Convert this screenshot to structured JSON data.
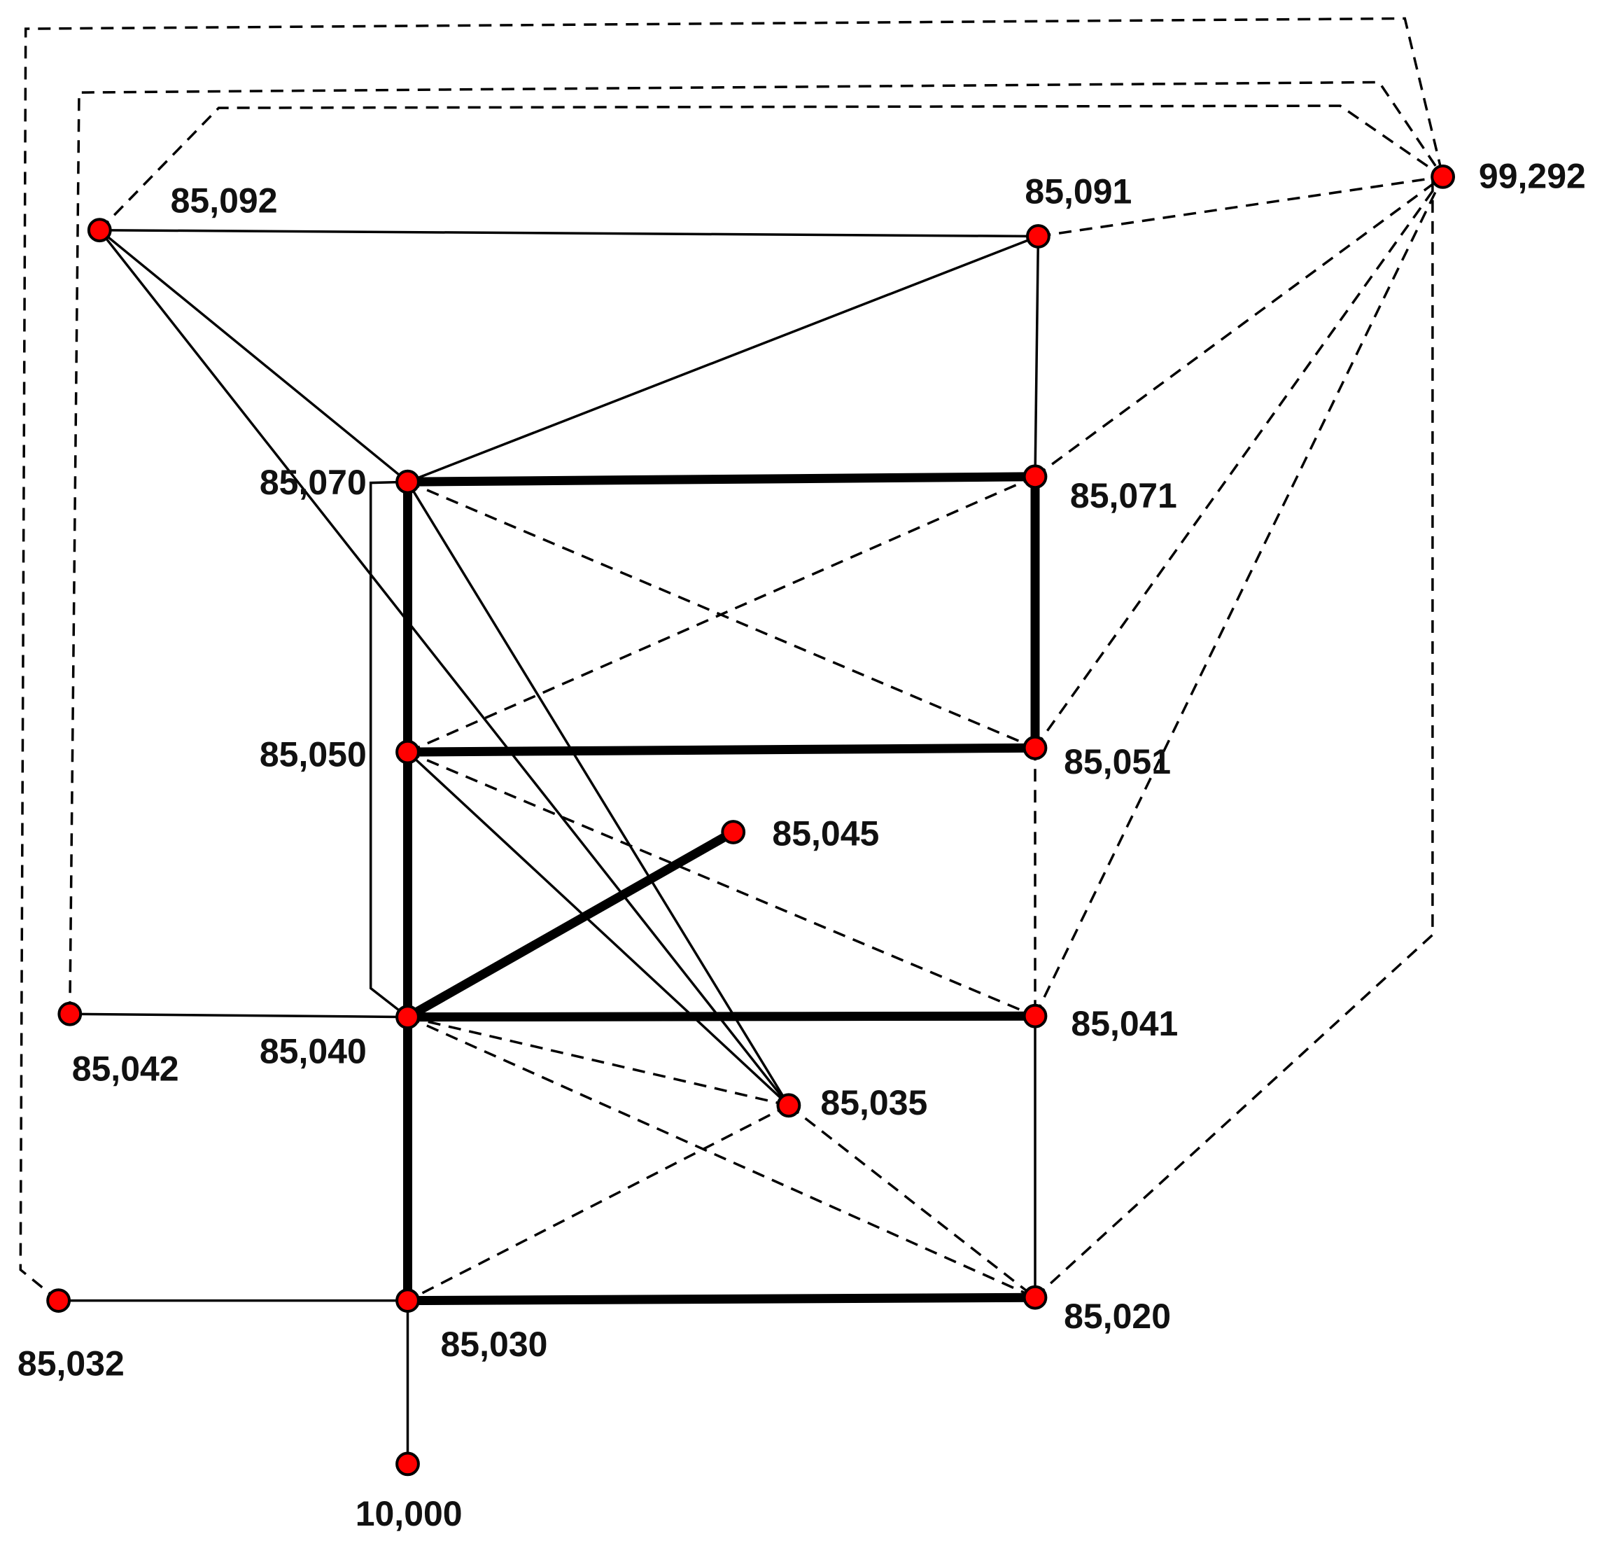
{
  "diagram": {
    "nodes": [
      {
        "id": "85092",
        "label": "85,092"
      },
      {
        "id": "85091",
        "label": "85,091"
      },
      {
        "id": "99292",
        "label": "99,292"
      },
      {
        "id": "85070",
        "label": "85,070"
      },
      {
        "id": "85071",
        "label": "85,071"
      },
      {
        "id": "85050",
        "label": "85,050"
      },
      {
        "id": "85051",
        "label": "85,051"
      },
      {
        "id": "85045",
        "label": "85,045"
      },
      {
        "id": "85042",
        "label": "85,042"
      },
      {
        "id": "85040",
        "label": "85,040"
      },
      {
        "id": "85041",
        "label": "85,041"
      },
      {
        "id": "85035",
        "label": "85,035"
      },
      {
        "id": "85032",
        "label": "85,032"
      },
      {
        "id": "85030",
        "label": "85,030"
      },
      {
        "id": "85020",
        "label": "85,020"
      },
      {
        "id": "10000",
        "label": "10,000"
      }
    ],
    "edges": [
      {
        "from": "85070",
        "to": "85071",
        "style": "thick"
      },
      {
        "from": "85070",
        "to": "85050",
        "style": "thick"
      },
      {
        "from": "85071",
        "to": "85051",
        "style": "thick"
      },
      {
        "from": "85051",
        "to": "85050",
        "style": "thick"
      },
      {
        "from": "85050",
        "to": "85040",
        "style": "thick"
      },
      {
        "from": "85045",
        "to": "85040",
        "style": "thick"
      },
      {
        "from": "85040",
        "to": "85041",
        "style": "thick"
      },
      {
        "from": "85040",
        "to": "85030",
        "style": "thick"
      },
      {
        "from": "85030",
        "to": "85020",
        "style": "thick"
      },
      {
        "from": "85092",
        "to": "85091",
        "style": "thin"
      },
      {
        "from": "85092",
        "to": "85070",
        "style": "thin"
      },
      {
        "from": "85092",
        "to": "85035",
        "style": "thin"
      },
      {
        "from": "85091",
        "to": "85070",
        "style": "thin"
      },
      {
        "from": "85091",
        "to": "85071",
        "style": "thin"
      },
      {
        "from": "85070",
        "to": "85035",
        "style": "thin"
      },
      {
        "from": "85050",
        "to": "85035",
        "style": "thin"
      },
      {
        "from": "85070",
        "to": "85040",
        "style": "thin",
        "route": "loop-left"
      },
      {
        "from": "85042",
        "to": "85040",
        "style": "thin"
      },
      {
        "from": "85032",
        "to": "85030",
        "style": "thin"
      },
      {
        "from": "85030",
        "to": "10000",
        "style": "thin"
      },
      {
        "from": "85041",
        "to": "85020",
        "style": "thin"
      },
      {
        "from": "85091",
        "to": "99292",
        "style": "dashed"
      },
      {
        "from": "85071",
        "to": "99292",
        "style": "dashed"
      },
      {
        "from": "85051",
        "to": "99292",
        "style": "dashed"
      },
      {
        "from": "85041",
        "to": "99292",
        "style": "dashed"
      },
      {
        "from": "85020",
        "to": "99292",
        "style": "dashed",
        "route": "right-side"
      },
      {
        "from": "85092",
        "to": "99292",
        "style": "dashed",
        "route": "top-inner"
      },
      {
        "from": "85042",
        "to": "99292",
        "style": "dashed",
        "route": "top-middle"
      },
      {
        "from": "85032",
        "to": "99292",
        "style": "dashed",
        "route": "top-outer"
      },
      {
        "from": "85070",
        "to": "85051",
        "style": "dashed"
      },
      {
        "from": "85071",
        "to": "85050",
        "style": "dashed"
      },
      {
        "from": "85050",
        "to": "85041",
        "style": "dashed"
      },
      {
        "from": "85051",
        "to": "85041",
        "style": "dashed"
      },
      {
        "from": "85040",
        "to": "85035",
        "style": "dashed"
      },
      {
        "from": "85040",
        "to": "85020",
        "style": "dashed"
      },
      {
        "from": "85035",
        "to": "85030",
        "style": "dashed"
      },
      {
        "from": "85035",
        "to": "85020",
        "style": "dashed"
      }
    ],
    "colors": {
      "node_fill": "#ff0000",
      "node_stroke": "#000000",
      "edge": "#000000",
      "label": "#111111",
      "background": "#ffffff"
    }
  }
}
